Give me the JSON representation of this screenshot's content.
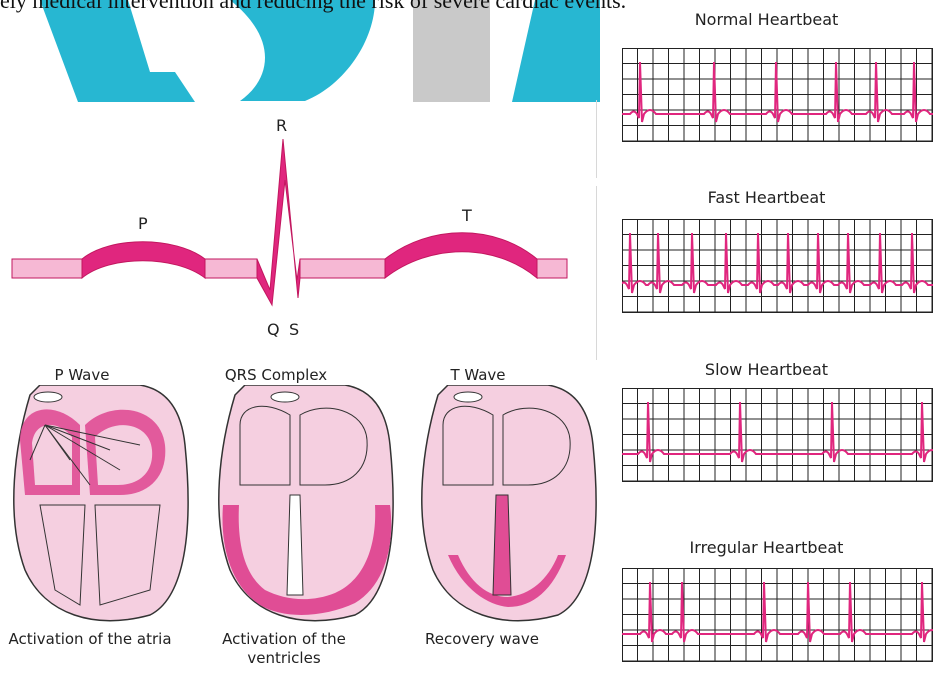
{
  "top_text": "ely medical intervention and reducing the risk of severe cardiac events.",
  "colors": {
    "magenta": "#e0267e",
    "pink_fill": "#f6b8d4",
    "heart_fill": "#f5cfe0",
    "heart_dark": "#e04d95",
    "cyan_bg": "#27b7d2",
    "grey_bg": "#c9c9c9"
  },
  "ecg_labels": {
    "p": "P",
    "q": "Q",
    "r": "R",
    "s": "S",
    "t": "T"
  },
  "hearts": [
    {
      "title": "P Wave",
      "caption": "Activation of the atria"
    },
    {
      "title": "QRS Complex",
      "caption": "Activation of the ventricles"
    },
    {
      "title": "T Wave",
      "caption": "Recovery wave"
    }
  ],
  "strips": [
    {
      "title": "Normal Heartbeat"
    },
    {
      "title": "Fast Heartbeat"
    },
    {
      "title": "Slow Heartbeat"
    },
    {
      "title": "Irregular Heartbeat"
    }
  ]
}
